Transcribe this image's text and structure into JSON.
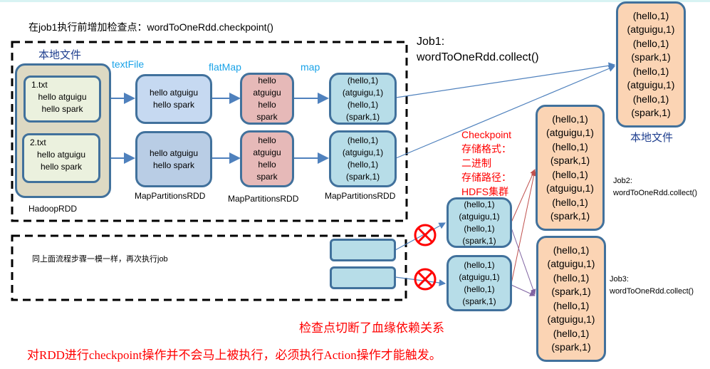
{
  "title": "在job1执行前增加检查点：wordToOneRdd.checkpoint()",
  "local_file_label": "本地文件",
  "hadoop_rdd": {
    "label": "HadoopRDD",
    "files": [
      {
        "name": "1.txt",
        "lines": [
          "hello atguigu",
          "hello spark"
        ]
      },
      {
        "name": "2.txt",
        "lines": [
          "hello atguigu",
          "hello spark"
        ]
      }
    ]
  },
  "ops": {
    "textFile": "textFile",
    "flatMap": "flatMap",
    "map": "map"
  },
  "text_file_rdd": {
    "label": "MapPartitionsRDD",
    "partitions": [
      [
        "hello atguigu",
        "hello spark"
      ],
      [
        "hello atguigu",
        "hello spark"
      ]
    ]
  },
  "flatmap_rdd": {
    "label": "MapPartitionsRDD",
    "partitions": [
      [
        "hello",
        "atguigu",
        "hello",
        "spark"
      ],
      [
        "hello",
        "atguigu",
        "hello",
        "spark"
      ]
    ]
  },
  "map_rdd": {
    "label": "MapPartitionsRDD",
    "partitions": [
      [
        "(hello,1)",
        "(atguigu,1)",
        "(hello,1)",
        "(spark,1)"
      ],
      [
        "(hello,1)",
        "(atguigu,1)",
        "(hello,1)",
        "(spark,1)"
      ]
    ]
  },
  "job1": {
    "line1": "Job1:",
    "line2": "wordToOneRdd.collect()"
  },
  "job1_result": {
    "items": [
      "(hello,1)",
      "(atguigu,1)",
      "(hello,1)",
      "(spark,1)",
      "(hello,1)",
      "(atguigu,1)",
      "(hello,1)",
      "(spark,1)"
    ],
    "label": "本地文件"
  },
  "checkpoint_note": [
    "Checkpoint",
    "存储格式：",
    "二进制",
    "存储路径：",
    "HDFS集群"
  ],
  "checkpoint_partitions": [
    [
      "(hello,1)",
      "(atguigu,1)",
      "(hello,1)",
      "(spark,1)"
    ],
    [
      "(hello,1)",
      "(atguigu,1)",
      "(hello,1)",
      "(spark,1)"
    ]
  ],
  "job2": {
    "line1": "Job2:",
    "line2": "wordToOneRdd.collect()",
    "items": [
      "(hello,1)",
      "(atguigu,1)",
      "(hello,1)",
      "(spark,1)",
      "(hello,1)",
      "(atguigu,1)",
      "(hello,1)",
      "(spark,1)"
    ]
  },
  "job3": {
    "line1": "Job3:",
    "line2": "wordToOneRdd.collect()",
    "items": [
      "(hello,1)",
      "(atguigu,1)",
      "(hello,1)",
      "(spark,1)",
      "(hello,1)",
      "(atguigu,1)",
      "(hello,1)",
      "(spark,1)"
    ]
  },
  "repeat_note": "同上面流程步骤一模一样，再次执行job",
  "lineage_note": "检查点切断了血缘依赖关系",
  "bottom_note": "对RDD进行checkpoint操作并不会马上被执行，必须执行Action操作才能触发。",
  "colors": {
    "border": "#41719c",
    "orange": "#fbd4b4",
    "pink": "#e6b9b8",
    "lightblue": "#b7dde8",
    "red": "#ff0000",
    "cyan": "#1aa3e8"
  }
}
